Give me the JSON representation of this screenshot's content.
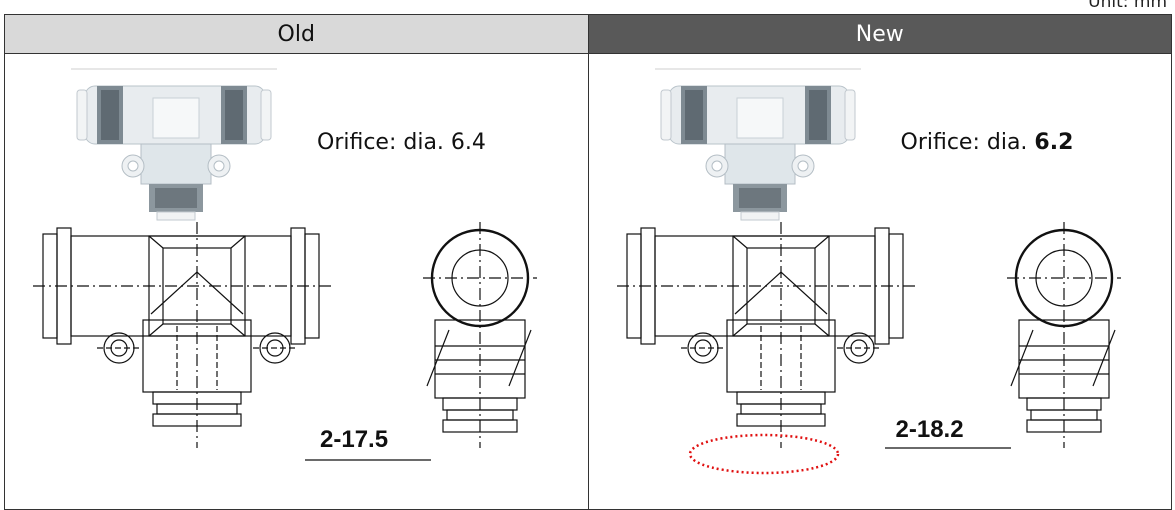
{
  "unit_note": "Unit: mm",
  "headers": {
    "old": "Old",
    "new": "New"
  },
  "old": {
    "orifice_label": "Orifice: dia. ",
    "orifice_value": "6.4",
    "dimension": "2-17.5"
  },
  "new": {
    "orifice_label": "Orifice: dia. ",
    "orifice_value": "6.2",
    "dimension": "2-18.2",
    "change_highlight_color": "#e01010"
  },
  "icons": {
    "photo": "union-tee-fitting-photo",
    "front": "union-tee-front-view-drawing",
    "side": "union-tee-side-view-drawing"
  }
}
